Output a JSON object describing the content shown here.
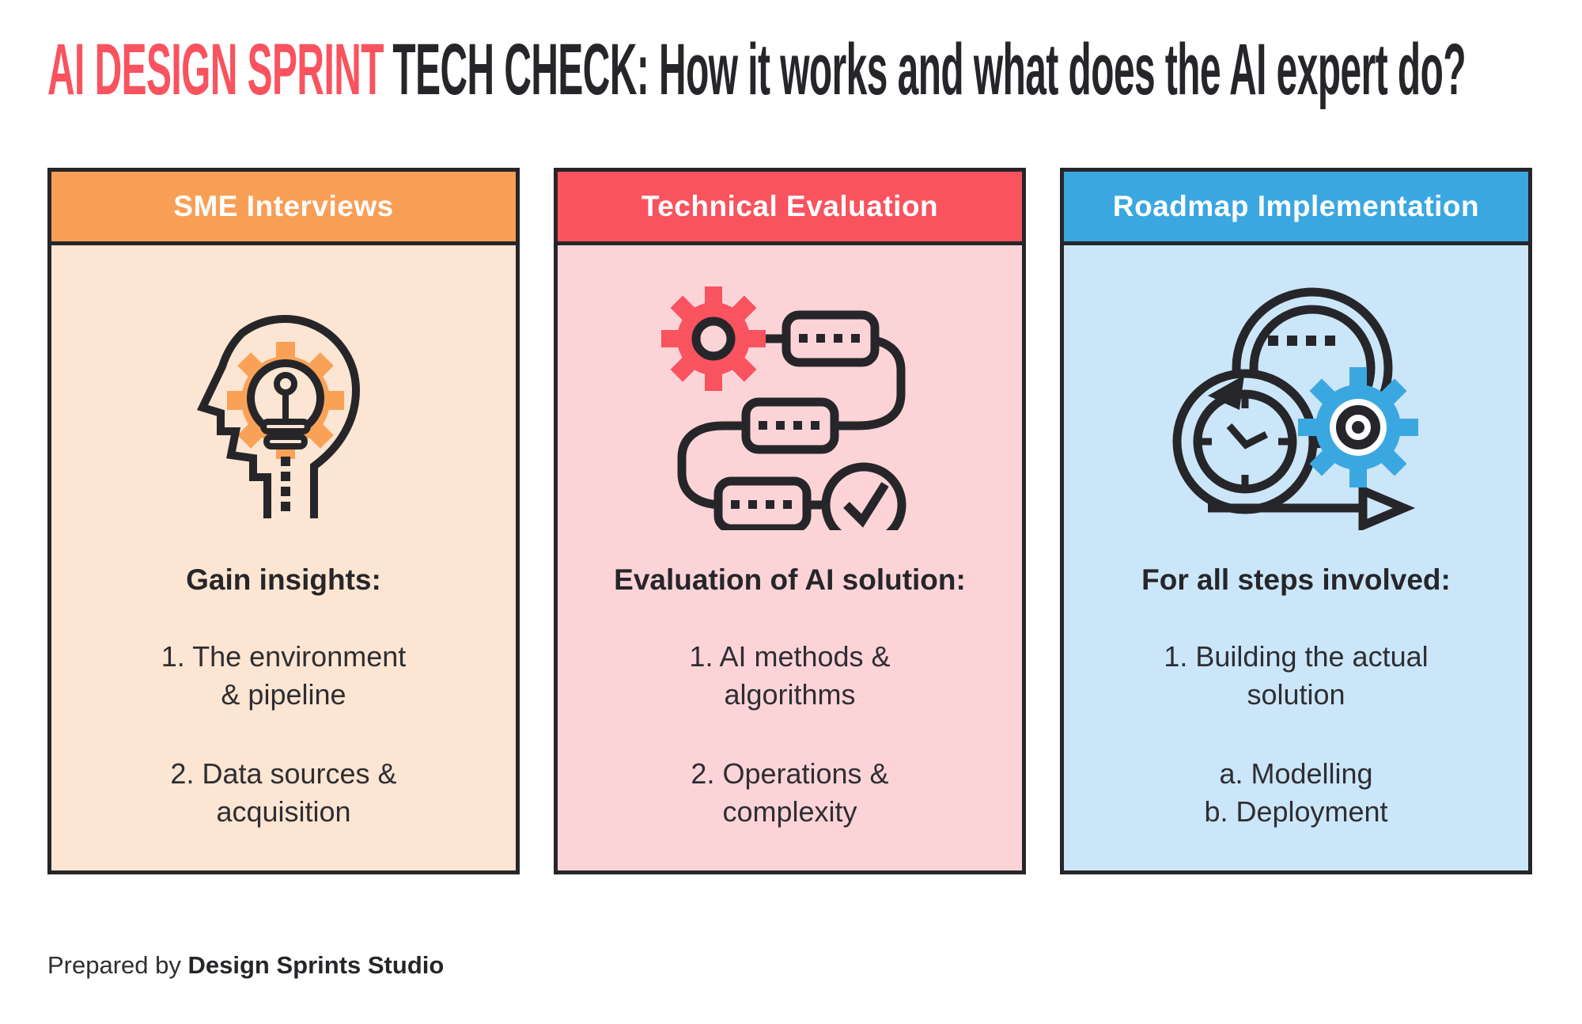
{
  "title": {
    "highlight": "AI DESIGN SPRINT",
    "rest": "TECH CHECK: How it works and what does the AI expert do?"
  },
  "columns": [
    {
      "header": "SME Interviews",
      "icon": "head-lightbulb-gear-icon",
      "heading": "Gain insights:",
      "items": [
        {
          "lines": [
            "1. The environment",
            "& pipeline"
          ]
        },
        {
          "lines": [
            "2. Data sources &",
            "acquisition"
          ]
        }
      ],
      "colors": {
        "header": "#F99E55",
        "body": "#FCE5D2",
        "accent": "#F9A257"
      }
    },
    {
      "header": "Technical Evaluation",
      "icon": "flowchart-check-icon",
      "heading": "Evaluation of AI solution:",
      "items": [
        {
          "lines": [
            "1. AI methods &",
            "algorithms"
          ]
        },
        {
          "lines": [
            "2. Operations &",
            "complexity"
          ]
        }
      ],
      "colors": {
        "header": "#F8535E",
        "body": "#FCD4D8",
        "accent": "#F8535E"
      }
    },
    {
      "header": "Roadmap Implementation",
      "icon": "agile-clock-gear-icon",
      "heading": "For all steps involved:",
      "items": [
        {
          "lines": [
            "1. Building the actual",
            "solution"
          ]
        },
        {
          "lines": [
            "a. Modelling",
            "b. Deployment"
          ]
        }
      ],
      "colors": {
        "header": "#3AA7E1",
        "body": "#CBE6F8",
        "accent": "#3AA7E1"
      }
    }
  ],
  "footer": {
    "prefix": "Prepared by",
    "studio": "Design Sprints Studio"
  },
  "colors": {
    "title_highlight": "#F8535E",
    "title_text": "#26262A",
    "outline": "#26262A",
    "background": "#FFFFFF"
  }
}
